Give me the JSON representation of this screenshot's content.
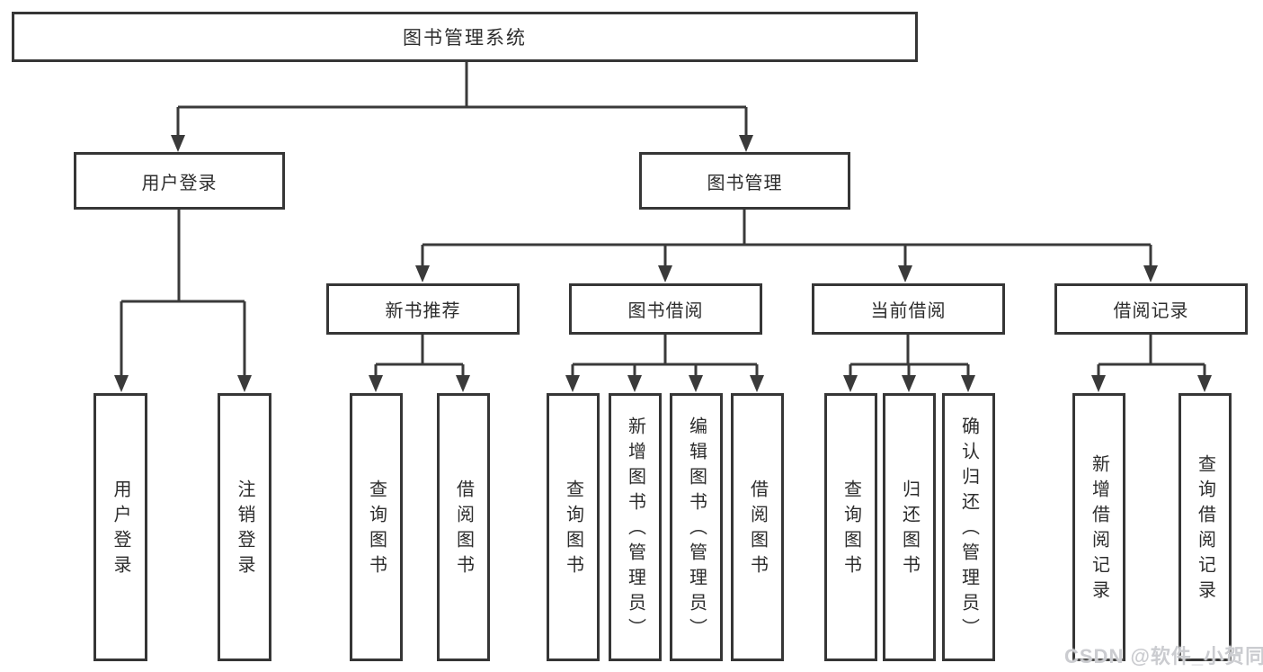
{
  "diagram": {
    "root": {
      "label": "图书管理系统"
    },
    "branches": {
      "user_login": {
        "label": "用户登录"
      },
      "book_management": {
        "label": "图书管理"
      }
    },
    "modules": {
      "new_book_recommend": {
        "label": "新书推荐"
      },
      "book_borrow": {
        "label": "图书借阅"
      },
      "current_borrow": {
        "label": "当前借阅"
      },
      "borrow_records": {
        "label": "借阅记录"
      }
    },
    "leaves": {
      "user_login": {
        "label": "用户登录"
      },
      "logout": {
        "label": "注销登录"
      },
      "query_book_recommend": {
        "label": "查询图书"
      },
      "borrow_book_recommend": {
        "label": "借阅图书"
      },
      "query_book_borrow": {
        "label": "查询图书"
      },
      "add_book_admin": {
        "label": "新增图书（管理员）"
      },
      "edit_book_admin": {
        "label": "编辑图书（管理员）"
      },
      "borrow_book_borrow": {
        "label": "借阅图书"
      },
      "query_book_current": {
        "label": "查询图书"
      },
      "return_book": {
        "label": "归还图书"
      },
      "confirm_return_admin": {
        "label": "确认归还（管理员）"
      },
      "add_borrow_record": {
        "label": "新增借阅记录"
      },
      "query_borrow_record": {
        "label": "查询借阅记录"
      }
    }
  },
  "watermark": {
    "text": "CSDN @软件_小贺同学"
  },
  "colors": {
    "line": "#3a3a3a",
    "box_border": "#363636",
    "box_fill": "#ffffff",
    "text": "#2d2d2d",
    "watermark": "#cbccd0",
    "background": "#ffffff"
  }
}
